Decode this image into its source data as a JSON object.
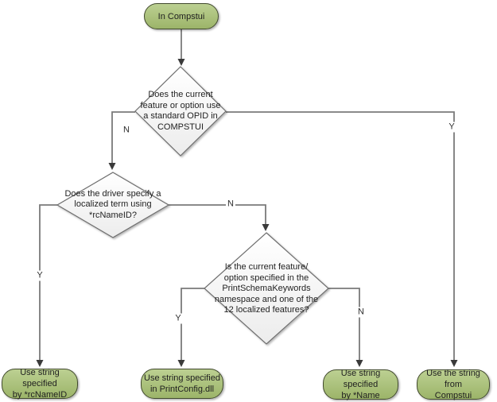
{
  "diagram": {
    "nodes": {
      "start": {
        "label": "In Compstui"
      },
      "decision_opid": {
        "label": "Does the current\nfeature or option use\na standard OPID in\nCOMPSTUI"
      },
      "decision_rcnameid": {
        "label": "Does the driver specify a\nlocalized term using\n*rcNameID?"
      },
      "decision_schema": {
        "label": "Is the current feature/\noption specified in the\nPrintSchemaKeywords\nnamespace and one of the\n12 localized features?"
      },
      "end_rcnameid": {
        "label": "Use string specified\nby *rcNameID"
      },
      "end_printconfig": {
        "label": "Use string specified\nin PrintConfig.dll"
      },
      "end_name": {
        "label": "Use string specified\nby *Name"
      },
      "end_compstui": {
        "label": "Use the string from\nCompstui"
      }
    },
    "edge_labels": {
      "opid_no": "N",
      "opid_yes": "Y",
      "rcnameid_yes": "Y",
      "rcnameid_no": "N",
      "schema_yes": "Y",
      "schema_no": "N"
    },
    "colors": {
      "node_fill_top": "#bcd092",
      "node_fill_bottom": "#9cb469",
      "node_border": "#414a2d",
      "decision_fill_top": "#ffffff",
      "decision_fill_bottom": "#ececec",
      "decision_border": "#6e6e6e",
      "connector": "#7a7a7a",
      "arrowhead": "#3a3a3a",
      "text": "#1f1f1f"
    }
  }
}
